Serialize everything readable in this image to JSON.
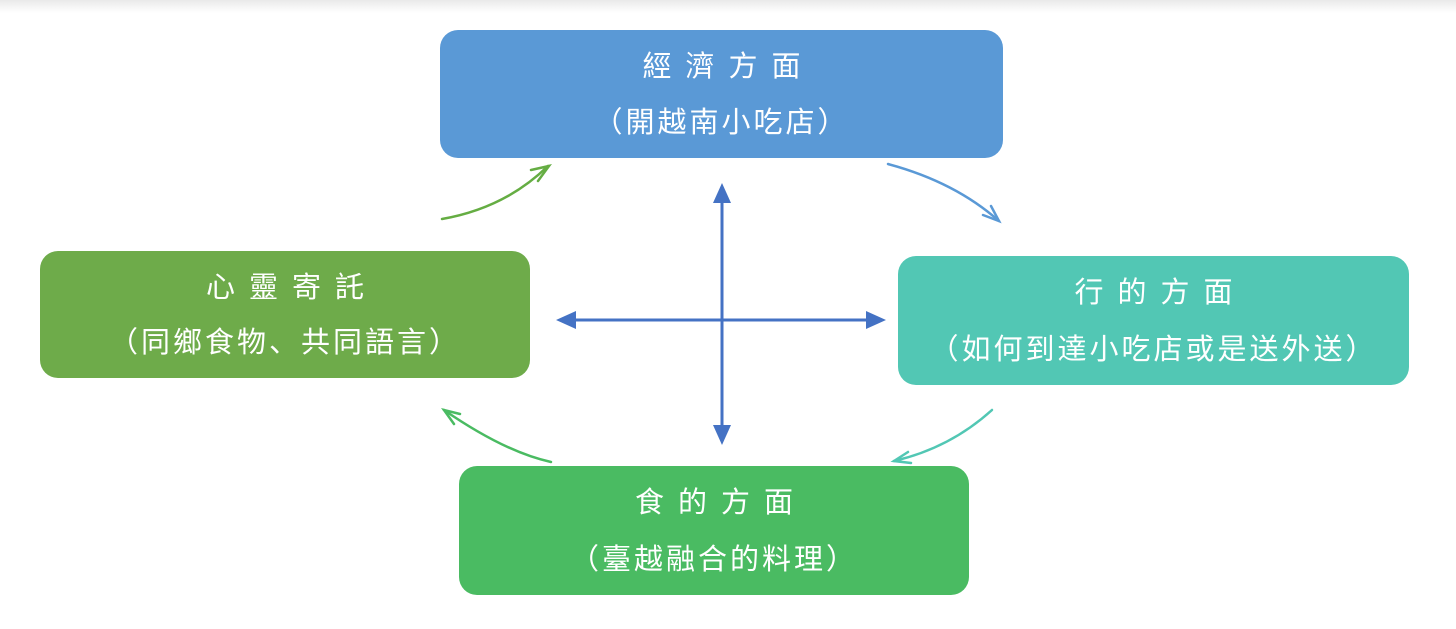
{
  "page": {
    "background_color": "#ffffff",
    "top_shadow_color": "#e9e9e9"
  },
  "diagram": {
    "type": "cycle-diagram",
    "text_color": "#ffffff",
    "boxes": {
      "top": {
        "title": "經濟方面",
        "subtitle": "（開越南小吃店）",
        "color": "#5a99d6"
      },
      "right": {
        "title": "行的方面",
        "subtitle": "（如何到達小吃店或是送外送）",
        "color": "#52c7b4"
      },
      "bottom": {
        "title": "食的方面",
        "subtitle": "（臺越融合的料理）",
        "color": "#4abb62"
      },
      "left": {
        "title": "心靈寄託",
        "subtitle": "（同鄉食物、共同語言）",
        "color": "#6eab4a"
      }
    },
    "arrows": {
      "cross": {
        "color": "#4472c4",
        "description": "four-way double-headed cross arrow in center"
      },
      "left_to_top": {
        "color": "#65ad43"
      },
      "top_to_right": {
        "color": "#5a99d6"
      },
      "right_to_bottom": {
        "color": "#52c7b4"
      },
      "bottom_to_left": {
        "color": "#4abb62"
      }
    }
  }
}
